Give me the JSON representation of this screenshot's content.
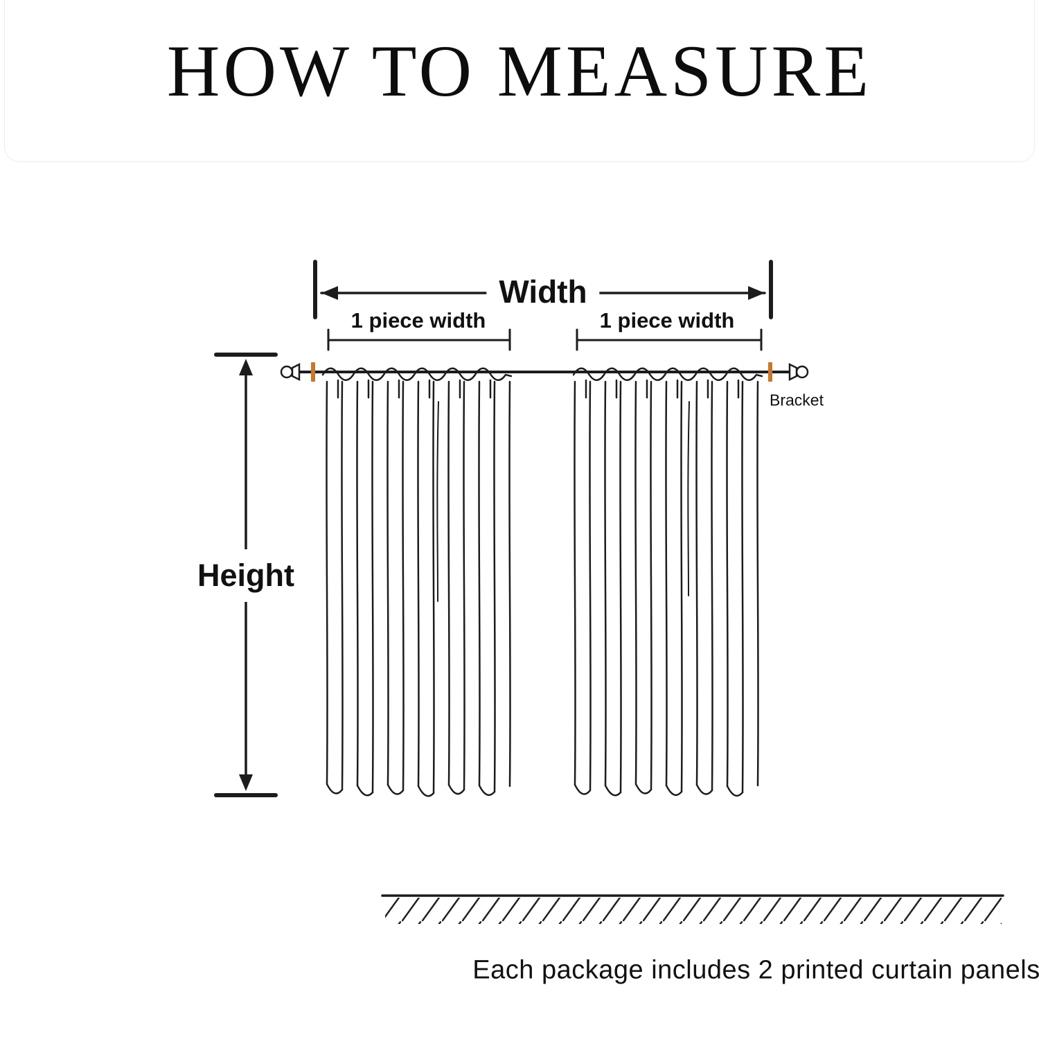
{
  "title": "HOW TO MEASURE",
  "labels": {
    "width": "Width",
    "piece_width_left": "1 piece width",
    "piece_width_right": "1 piece width",
    "height": "Height",
    "bracket": "Bracket"
  },
  "caption": "Each package includes 2 printed curtain panels",
  "colors": {
    "line": "#1c1c1c",
    "bracket_accent": "#c8782a"
  }
}
